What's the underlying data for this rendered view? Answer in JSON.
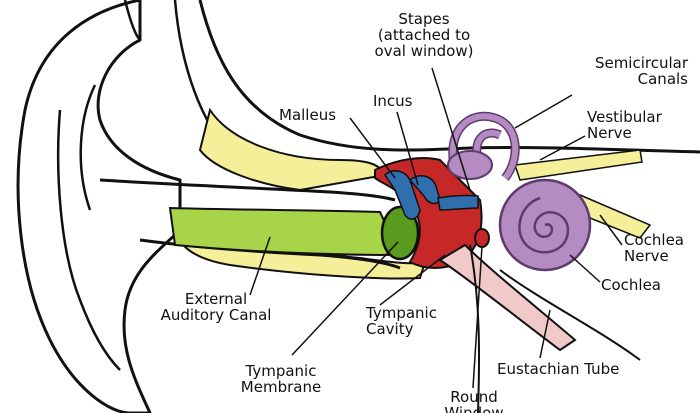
{
  "colors": {
    "skin_outline": "#111111",
    "yellow_tissue": "#f6ef9a",
    "green_canal": "#a8d44a",
    "green_dark": "#5a9a1e",
    "red_cavity": "#c62828",
    "blue_ossicles": "#2f6fae",
    "purple_inner_ear": "#b58cc2",
    "purple_dark": "#5e3a6e",
    "tube_pink": "#f2c9c9"
  },
  "labels": {
    "stapes": [
      "Stapes",
      "(attached to",
      "oval window)"
    ],
    "incus": [
      "Incus"
    ],
    "malleus": [
      "Malleus"
    ],
    "semicircular_canals": [
      "Semicircular",
      "Canals"
    ],
    "vestibular_nerve": [
      "Vestibular",
      "Nerve"
    ],
    "cochlea_nerve": [
      "Cochlea",
      "Nerve"
    ],
    "cochlea": [
      "Cochlea"
    ],
    "external_auditory_canal": [
      "External",
      "Auditory Canal"
    ],
    "tympanic_cavity": [
      "Tympanic",
      "Cavity"
    ],
    "tympanic_membrane": [
      "Tympanic",
      "Membrane"
    ],
    "eustachian_tube": [
      "Eustachian Tube"
    ],
    "round_window": [
      "Round",
      "Window"
    ]
  }
}
